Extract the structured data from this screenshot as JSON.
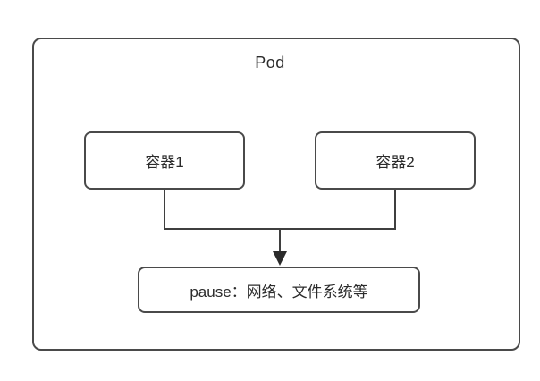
{
  "diagram": {
    "pod_label": "Pod",
    "nodes": {
      "container1": "容器1",
      "container2": "容器2",
      "pause": "pause：网络、文件系统等"
    },
    "colors": {
      "border": "#4a4a4a",
      "line": "#3f3f3f",
      "text": "#2b2b2b",
      "background": "#ffffff"
    }
  }
}
